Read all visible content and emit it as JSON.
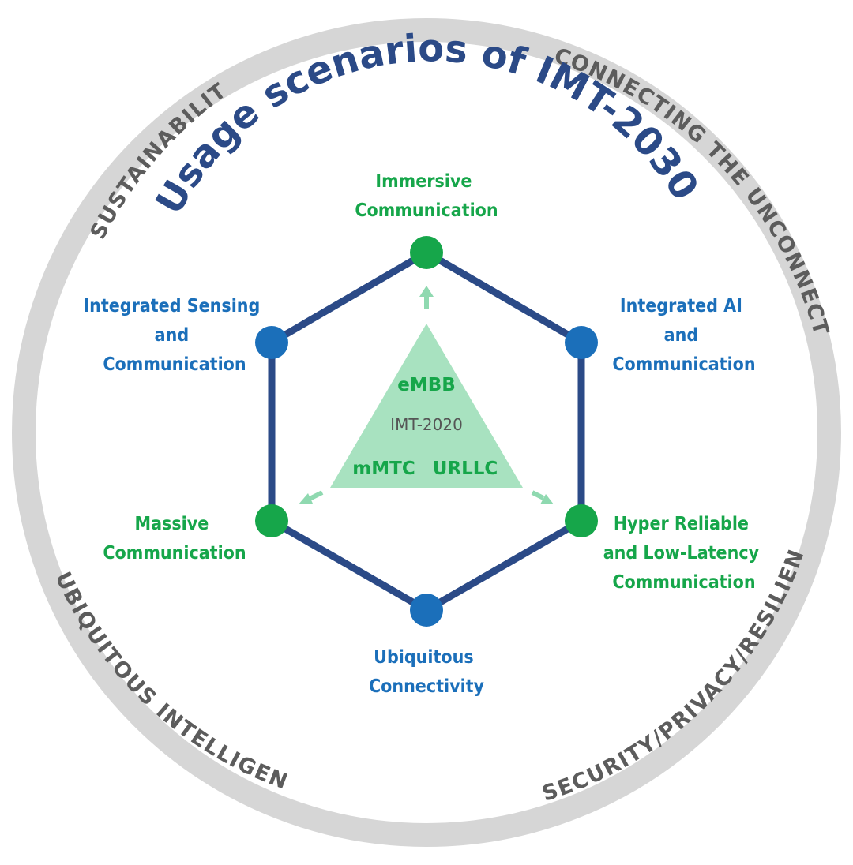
{
  "title": "Usage scenarios of IMT-2030",
  "ring_principles": [
    {
      "id": "sustainability",
      "label": "SUSTAINABILITY"
    },
    {
      "id": "connecting",
      "label": "CONNECTING THE UNCONNECTED"
    },
    {
      "id": "ubiquitous-intelligence",
      "label": "UBIQUITOUS INTELLIGENCE"
    },
    {
      "id": "security",
      "label": "SECURITY/PRIVACY/RESILIENCE"
    }
  ],
  "scenarios": [
    {
      "id": "immersive",
      "lines": [
        "Immersive",
        "Communication"
      ],
      "color": "#16a64a"
    },
    {
      "id": "ai",
      "lines": [
        "Integrated AI",
        "and",
        "Communication"
      ],
      "color": "#1b6fba"
    },
    {
      "id": "hrllc",
      "lines": [
        "Hyper Reliable",
        "and Low-Latency",
        "Communication"
      ],
      "color": "#16a64a"
    },
    {
      "id": "ubiquitous",
      "lines": [
        "Ubiquitous",
        "Connectivity"
      ],
      "color": "#1b6fba"
    },
    {
      "id": "massive",
      "lines": [
        "Massive",
        "Communication"
      ],
      "color": "#16a64a"
    },
    {
      "id": "sensing",
      "lines": [
        "Integrated Sensing",
        "and",
        "Communication"
      ],
      "color": "#1b6fba"
    }
  ],
  "imt2020": {
    "name": "IMT-2020",
    "embb": "eMBB",
    "mmtc": "mMTC",
    "urllc": "URLLC"
  },
  "colors": {
    "ring": "#d6d6d6",
    "ring_text": "#5c5c5c",
    "title": "#2b4a87",
    "hexagon": "#2b4a87",
    "blue_node": "#1b6fba",
    "green_node": "#16a64a",
    "triangle": "#a8e2c0",
    "arrow": "#8fd9b0"
  }
}
